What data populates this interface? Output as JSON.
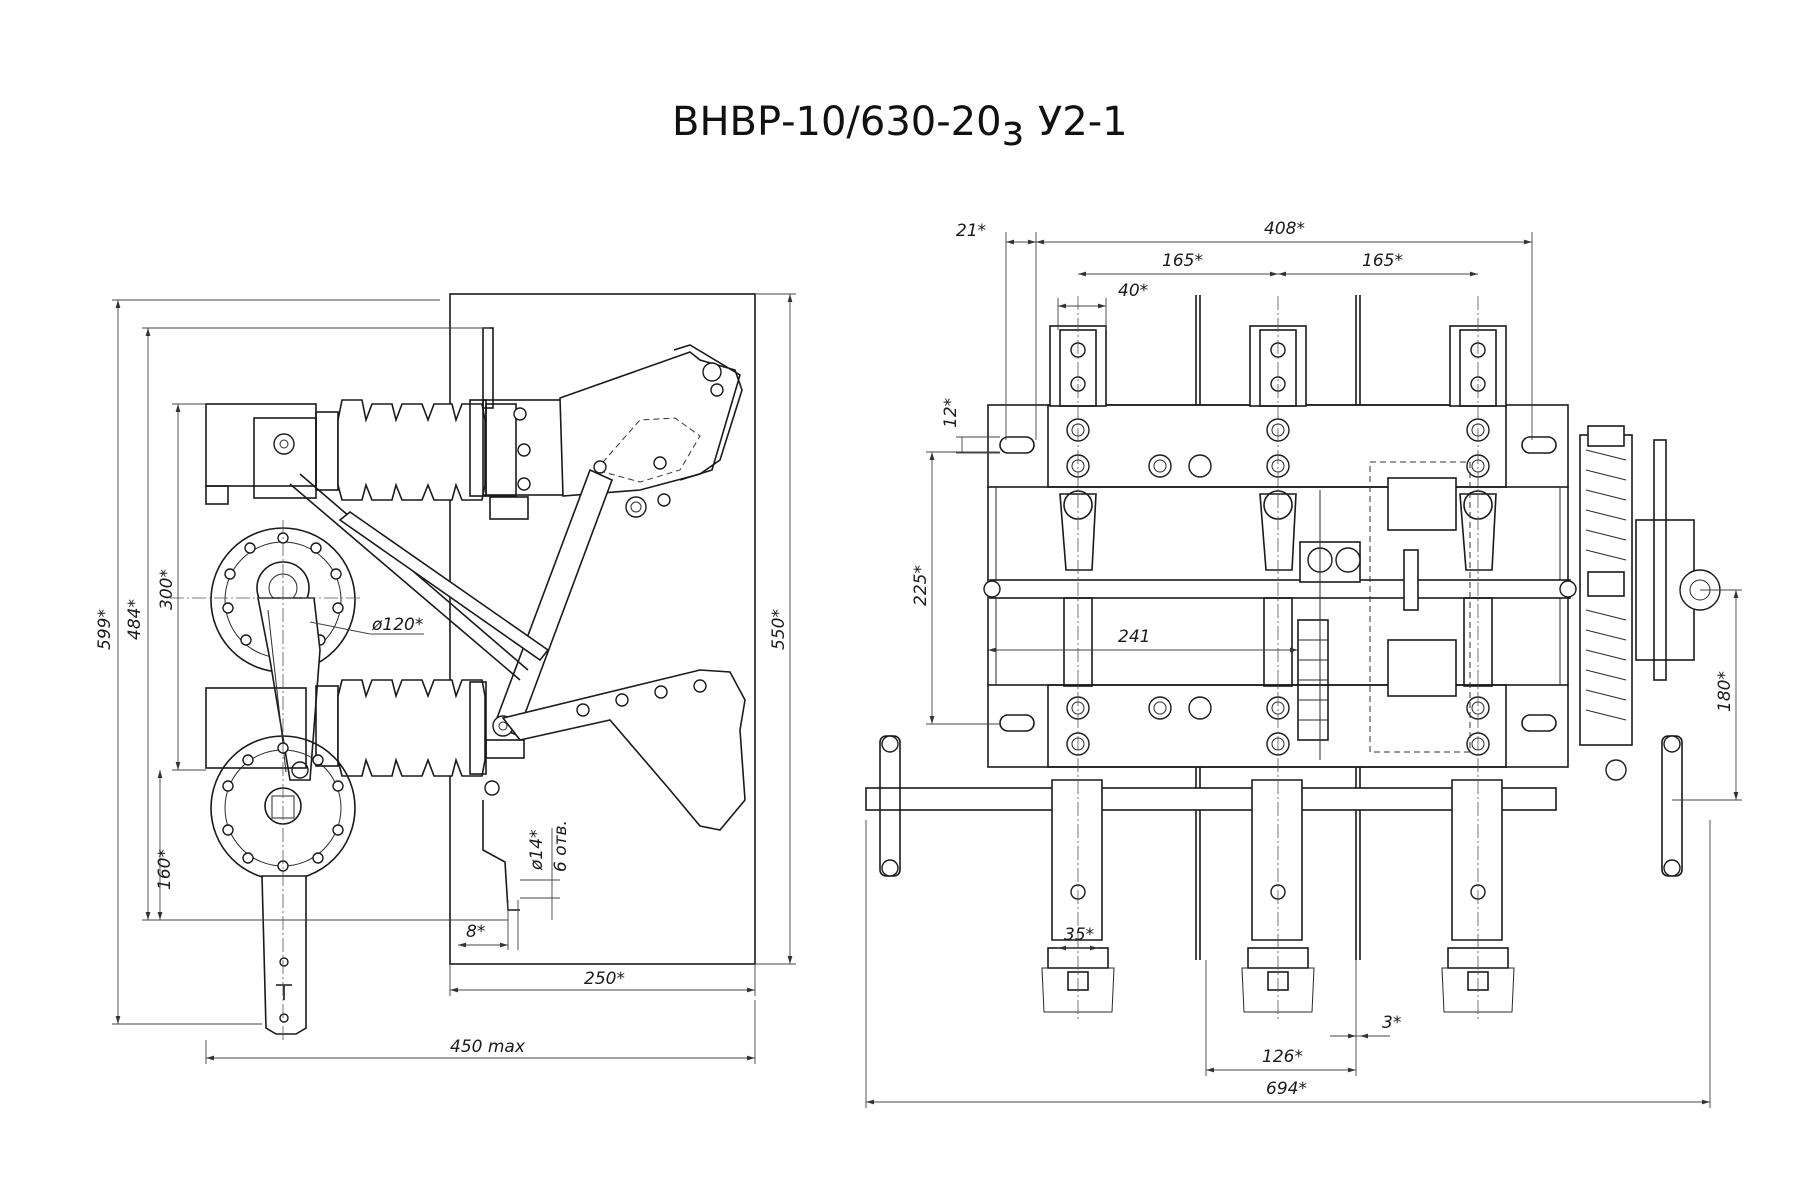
{
  "title": {
    "main": "ВНВР-10/630-20",
    "sub": "з",
    "suffix": "У2-1"
  },
  "side_view": {
    "dims": {
      "d599": "599*",
      "d484": "484*",
      "d300": "300*",
      "d160": "160*",
      "d120": "ø120*",
      "d550": "550*",
      "d250": "250*",
      "d450": "450 max",
      "d8": "8*",
      "d14": "ø14*",
      "holes": "6 отв."
    }
  },
  "front_view": {
    "dims": {
      "d21": "21*",
      "d408": "408*",
      "d165a": "165*",
      "d165b": "165*",
      "d40": "40*",
      "d12": "12*",
      "d225": "225*",
      "d241": "241",
      "d180": "180*",
      "d35": "35*",
      "d3": "3*",
      "d126": "126*",
      "d694": "694*"
    }
  }
}
